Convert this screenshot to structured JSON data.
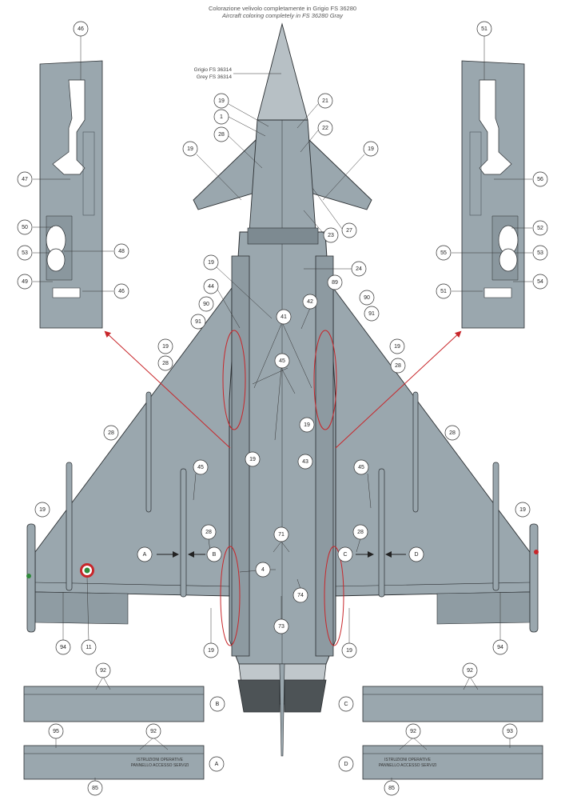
{
  "header": {
    "italian": "Colorazione velivolo completamente in Grigio FS 36280",
    "english": "Aircraft coloring completely in FS 36280 Gray"
  },
  "nose_color": {
    "italian": "Grigio FS 36314",
    "english": "Grey FS 36314"
  },
  "callouts": {
    "c46a": "46",
    "c47": "47",
    "c50": "50",
    "c53a": "53",
    "c48": "48",
    "c49": "49",
    "c46b": "46",
    "c51a": "51",
    "c56": "56",
    "c52": "52",
    "c55": "55",
    "c53b": "53",
    "c54": "54",
    "c51b": "51",
    "c19_1": "19",
    "c1": "1",
    "c28_1": "28",
    "c21": "21",
    "c22": "22",
    "c19_2": "19",
    "c19_3": "19",
    "c23": "23",
    "c27": "27",
    "c24": "24",
    "c19_4": "19",
    "c44": "44",
    "c90a": "90",
    "c91a": "91",
    "c41": "41",
    "c42": "42",
    "c89": "89",
    "c90b": "90",
    "c91b": "91",
    "c19_5": "19",
    "c19_6": "19",
    "c28_2": "28",
    "c45a": "45",
    "c28_3": "28",
    "c19_7": "19",
    "c28_4": "28",
    "c19_8": "19",
    "c43": "43",
    "c45b": "45",
    "c45c": "45",
    "c19_9": "19",
    "c19_10": "19",
    "c28_5": "28",
    "c28_6": "28",
    "c71": "71",
    "cA": "A",
    "cB": "B",
    "cC": "C",
    "cD": "D",
    "c4": "4",
    "c74": "74",
    "c73": "73",
    "c19_11": "19",
    "c19_12": "19",
    "c94a": "94",
    "c11": "11",
    "c94b": "94",
    "c92a": "92",
    "cB2": "B",
    "c92b": "92",
    "cC2": "C",
    "c95": "95",
    "c92c": "92",
    "cA2": "A",
    "c85a": "85",
    "c92d": "92",
    "c93": "93",
    "cD2": "D",
    "c85b": "85"
  },
  "stencils": {
    "panel_a": "ISTRUZIONI OPERATIVE",
    "panel_a2": "PANNELLO ACCESSO SERVIZI",
    "panel_d": "ISTRUZIONI OPERATIVE",
    "panel_d2": "PANNELLO ACCESSO SERVIZI"
  },
  "colors": {
    "aircraft_gray": "#9aa7ae",
    "aircraft_dark": "#87949b",
    "nose_gray": "#b7c0c5",
    "outline": "#2a2e31",
    "arrow_red": "#c8262a",
    "nozzle": "#4d5356",
    "callout_fill": "#ffffff"
  }
}
